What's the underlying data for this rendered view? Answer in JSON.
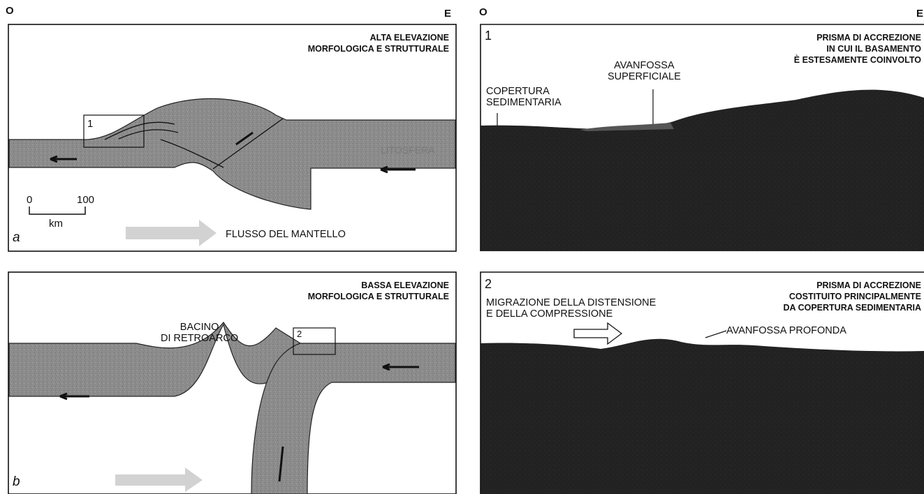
{
  "orientation": {
    "west": "O",
    "east": "E"
  },
  "panel_a": {
    "heading": "ALTA ELEVAZIONE\nMORFOLOGICA E STRUTTURALE",
    "layer_label": "LITOSFERA",
    "scale": {
      "zero": "0",
      "hundred": "100",
      "unit": "km"
    },
    "mantle_flow_label": "FLUSSO DEL MANTELLO",
    "tag": "a",
    "inset_number": "1"
  },
  "panel_b": {
    "heading": "BASSA ELEVAZIONE\nMORFOLOGICA E STRUTTURALE",
    "basin_label": "BACINO\nDI RETROARCO",
    "tag": "b",
    "inset_number": "2"
  },
  "panel_1": {
    "number": "1",
    "heading": "PRISMA DI ACCREZIONE\nIN CUI IL BASAMENTO\nÈ ESTESAMENTE COINVOLTO",
    "cover_label": "COPERTURA\nSEDIMENTARIA",
    "foredeep_label": "AVANFOSSA\nSUPERFICIALE"
  },
  "panel_2": {
    "number": "2",
    "heading": "PRISMA DI ACCREZIONE\nCOSTITUITO PRINCIPALMENTE\nDA COPERTURA SEDIMENTARIA",
    "migration_label": "MIGRAZIONE DELLA DISTENSIONE\nE DELLA COMPRESSIONE",
    "foredeep_label": "AVANFOSSA PROFONDA"
  },
  "colors": {
    "litosfera": "#8f8f8f",
    "dark_section": "#222222",
    "frame": "#111111",
    "arrow_light": "#cfcfcf"
  }
}
